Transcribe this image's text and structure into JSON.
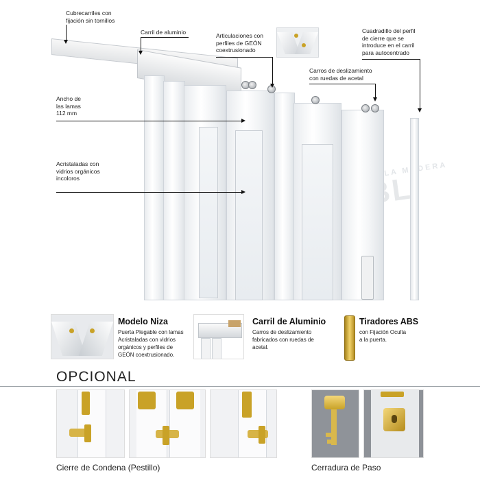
{
  "callouts": {
    "cubrecarriles": "Cubrecarriles con\nfijación sin tornillos",
    "carril": "Carril de aluminio",
    "articulaciones": "Articulaciones con\nperfiles de GEÓN\ncoextrusionado",
    "cuadradillo": "Cuadradillo del perfil\nde cierre que se\nintroduce en el carril\npara autocentrado",
    "carros": "Carros de deslizamiento\ncon ruedas de acetal",
    "ancho": "Ancho de\nlas lamas\n112 mm",
    "acristaladas": "Acristaladas con\nvidrios orgánicos\nincoloros"
  },
  "watermark": {
    "brand": "euroBL",
    "line": "INDUSTRIAS DE LA MADERA"
  },
  "features": [
    {
      "title": "Modelo Niza",
      "text": "Puerta Plegable con lamas\nAcristaladas con vidrios\norgánicos y perfiles de\nGEÓN coextrusionado."
    },
    {
      "title": "Carril de Aluminio",
      "text": "Carros de deslizamiento\nfabricados con ruedas de\nacetal."
    },
    {
      "title": "Tiradores ABS",
      "text": "con Fijación Oculta\na la puerta."
    }
  ],
  "opcional": {
    "heading": "OPCIONAL",
    "cierre_caption": "Cierre de Condena (Pestillo)",
    "cerradura_caption": "Cerradura de Paso"
  },
  "colors": {
    "brass": "#c9a227",
    "frame": "#ffffff",
    "divider": "#9aa0a6"
  }
}
